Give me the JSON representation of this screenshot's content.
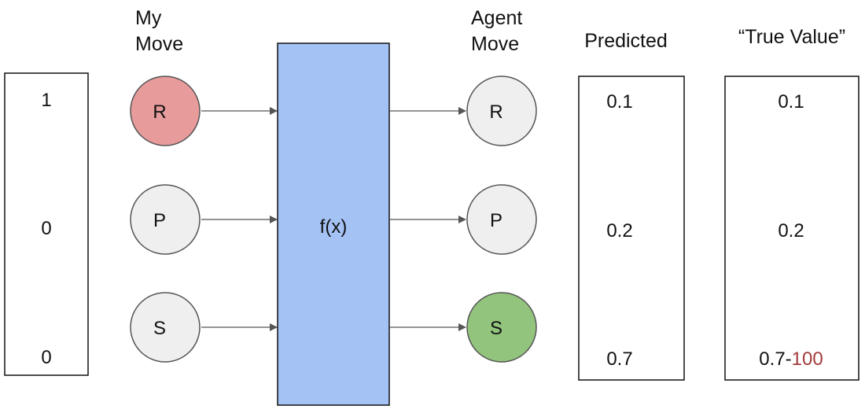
{
  "input_vector": {
    "values": [
      "1",
      "0",
      "0"
    ]
  },
  "my_move": {
    "heading_line1": "My",
    "heading_line2": "Move",
    "nodes": [
      {
        "label": "R",
        "fill": "#e89b9b"
      },
      {
        "label": "P",
        "fill": "#efefef"
      },
      {
        "label": "S",
        "fill": "#efefef"
      }
    ]
  },
  "function_box": {
    "label": "f(x)",
    "fill": "#a4c2f4"
  },
  "agent_move": {
    "heading_line1": "Agent",
    "heading_line2": "Move",
    "nodes": [
      {
        "label": "R",
        "fill": "#efefef"
      },
      {
        "label": "P",
        "fill": "#efefef"
      },
      {
        "label": "S",
        "fill": "#93c47d"
      }
    ]
  },
  "predicted": {
    "heading": "Predicted",
    "values": [
      "0.1",
      "0.2",
      "0.7"
    ]
  },
  "true_value": {
    "heading": "“True Value”",
    "values": [
      "0.1",
      "0.2"
    ],
    "last_base": "0.7-",
    "last_penalty": "100",
    "penalty_color": "#a33c3c"
  }
}
